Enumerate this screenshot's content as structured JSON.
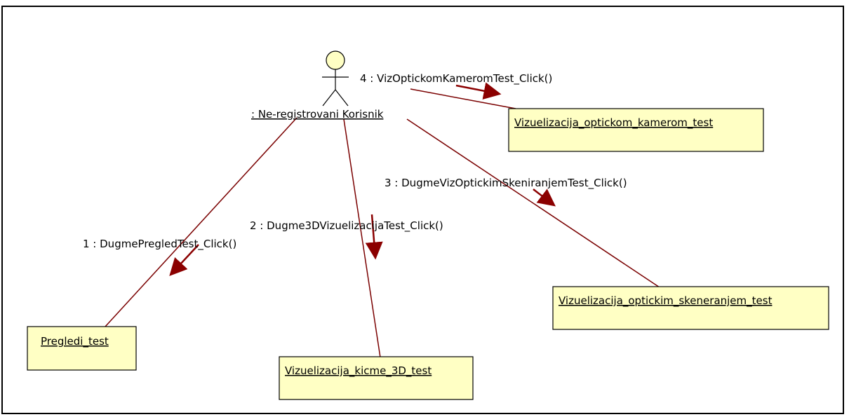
{
  "diagram": {
    "actor": {
      "label": ": Ne-registrovani Korisnik"
    },
    "objects": {
      "camera": "Vizuelizacija_optickom_kamerom_test",
      "scan": "Vizuelizacija_optickim_skeneranjem_test",
      "pregled": "Pregledi_test",
      "kicma": "Vizuelizacija_kicme_3D_test"
    },
    "messages": {
      "m1": "1 : DugmePregledTest_Click()",
      "m2": "2 : Dugme3DVizuelizacijaTest_Click()",
      "m3": "3 : DugmeVizOptickimSkeniranjemTest_Click()",
      "m4": "4 : VizOptickomKameromTest_Click()"
    },
    "colors": {
      "link": "#7a0000",
      "arrow": "#8b0000",
      "box_fill": "#ffffc4",
      "actor_fill": "#ffffc4"
    }
  }
}
